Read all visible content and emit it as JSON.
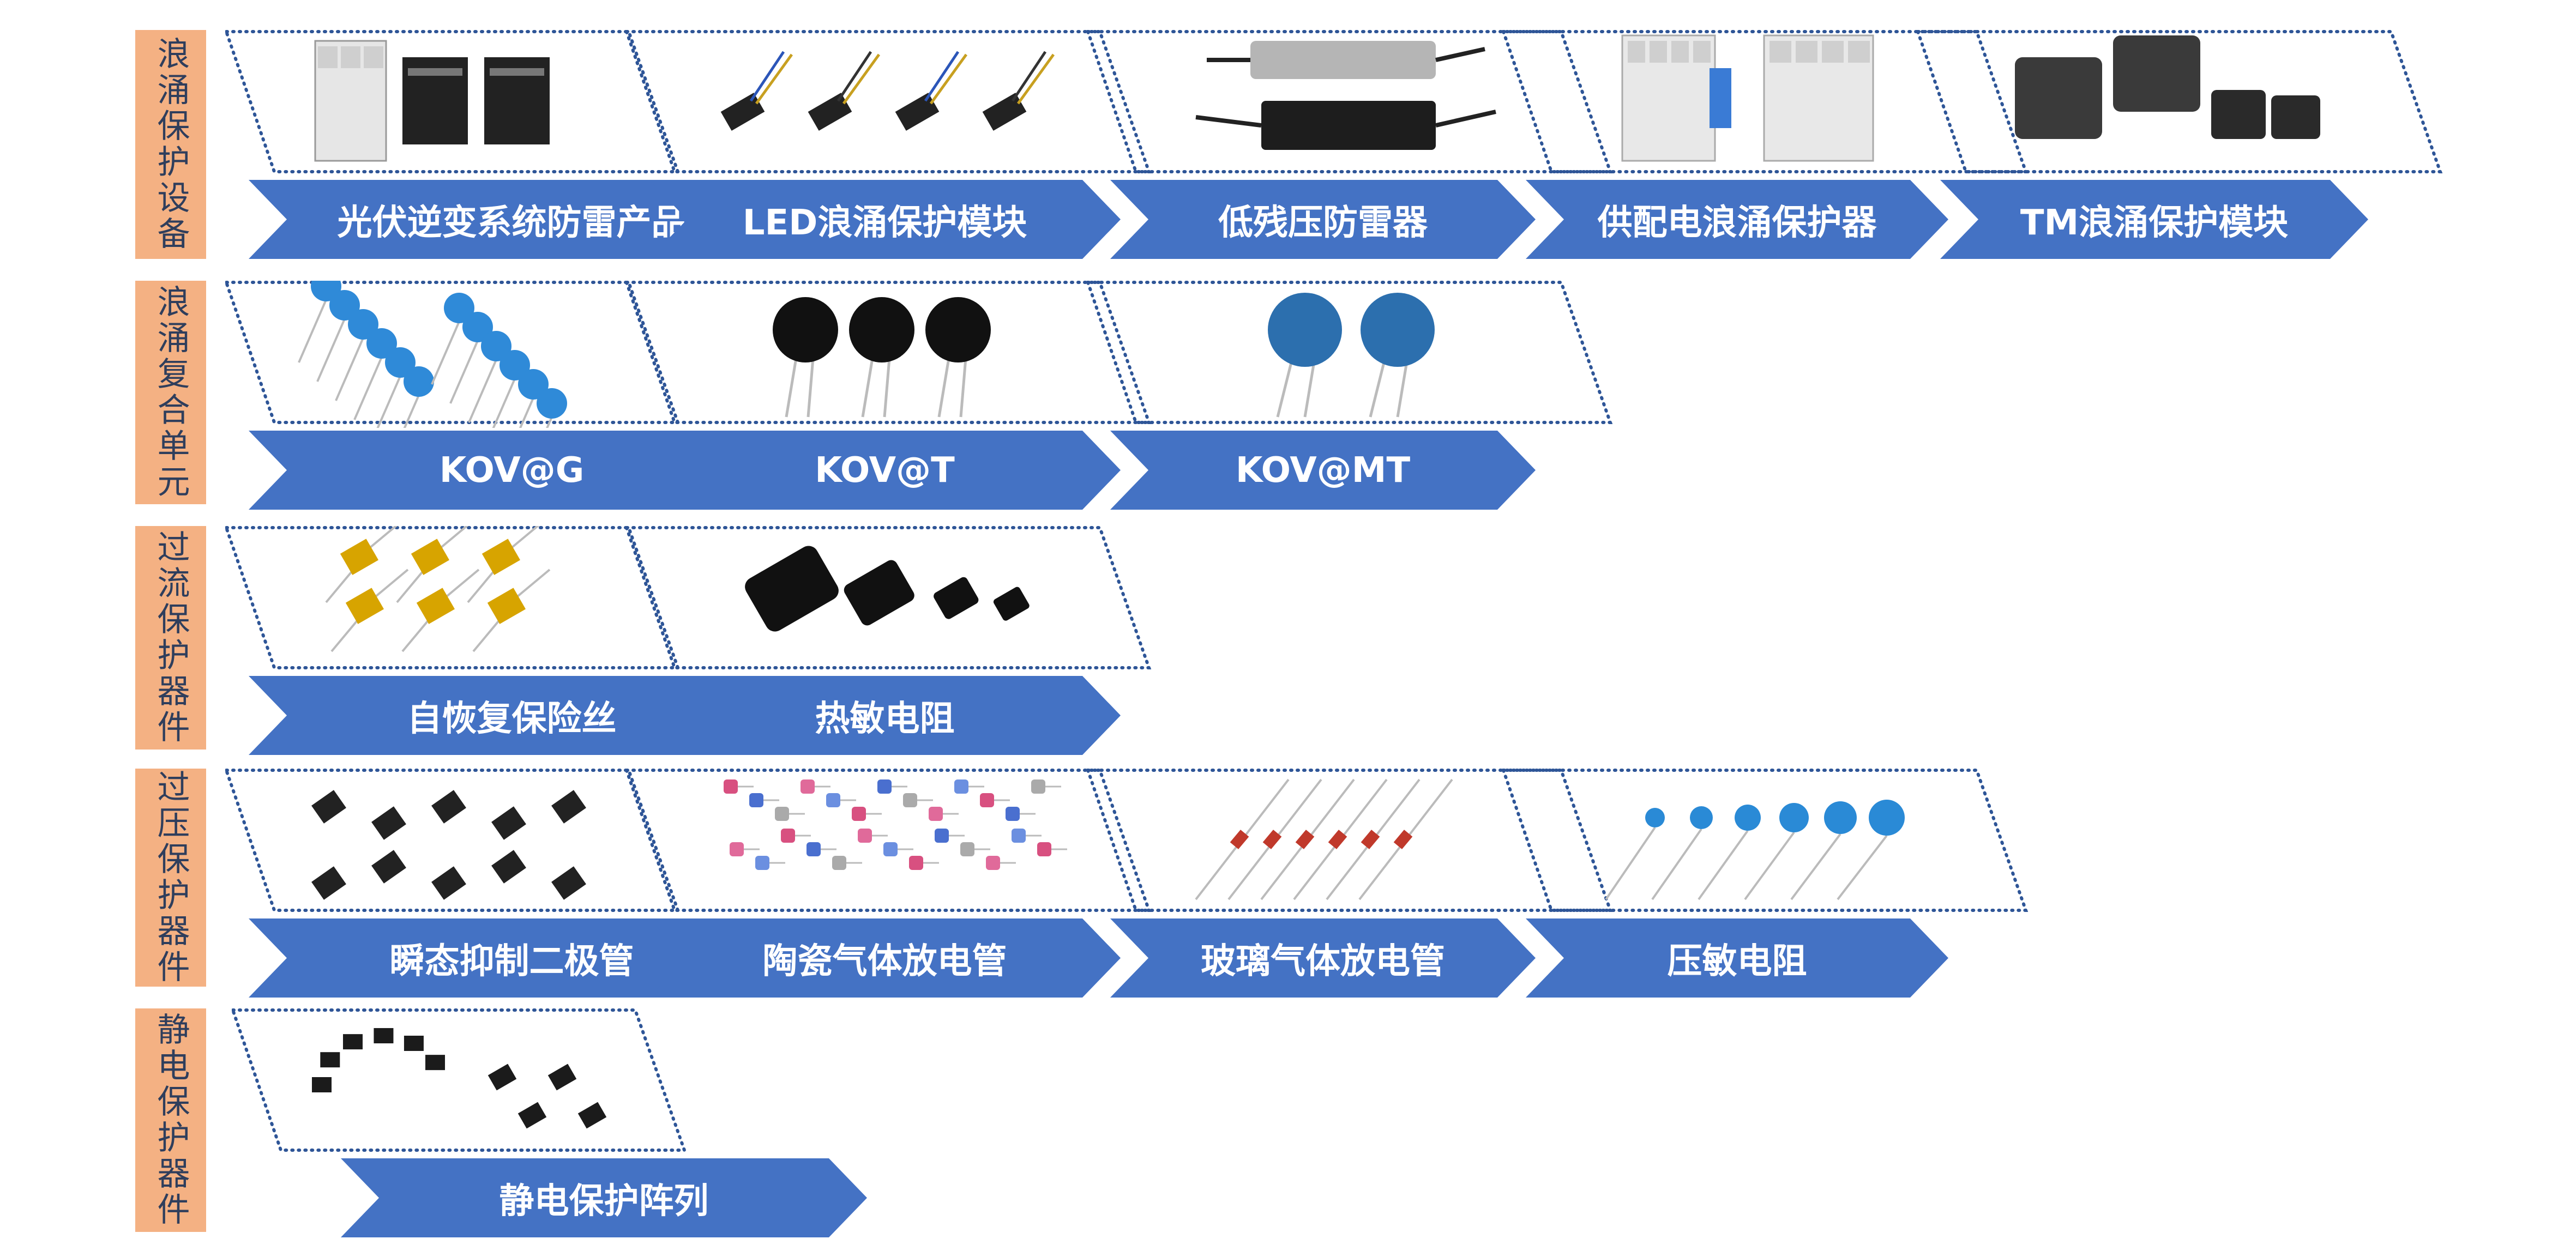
{
  "colors": {
    "arrow": "#4472C4",
    "category_bg": "#F4B183",
    "frame_dots": "#2E5597"
  },
  "categories": [
    {
      "label": "浪涌保护设备",
      "items": [
        {
          "label": "光伏逆变系统防雷产品",
          "image": "solar-spd-modules-image"
        },
        {
          "label": "LED浪涌保护模块",
          "image": "led-surge-module-image"
        },
        {
          "label": "低残压防雷器",
          "image": "low-residual-arrester-image"
        },
        {
          "label": "供配电浪涌保护器",
          "image": "power-distribution-spd-image"
        },
        {
          "label": "TM浪涌保护模块",
          "image": "tm-surge-module-image"
        }
      ]
    },
    {
      "label": "浪涌复合单元",
      "items": [
        {
          "label": "KOV@G",
          "image": "kov-g-image"
        },
        {
          "label": "KOV@T",
          "image": "kov-t-image"
        },
        {
          "label": "KOV@MT",
          "image": "kov-mt-image"
        }
      ]
    },
    {
      "label": "过流保护器件",
      "items": [
        {
          "label": "自恢复保险丝",
          "image": "resettable-fuse-image"
        },
        {
          "label": "热敏电阻",
          "image": "thermistor-image"
        }
      ]
    },
    {
      "label": "过压保护器件",
      "items": [
        {
          "label": "瞬态抑制二极管",
          "image": "tvs-diode-image"
        },
        {
          "label": "陶瓷气体放电管",
          "image": "ceramic-gdt-image"
        },
        {
          "label": "玻璃气体放电管",
          "image": "glass-gdt-image"
        },
        {
          "label": "压敏电阻",
          "image": "varistor-image"
        }
      ]
    },
    {
      "label": "静电保护器件",
      "items": [
        {
          "label": "静电保护阵列",
          "image": "esd-array-image"
        }
      ]
    }
  ]
}
